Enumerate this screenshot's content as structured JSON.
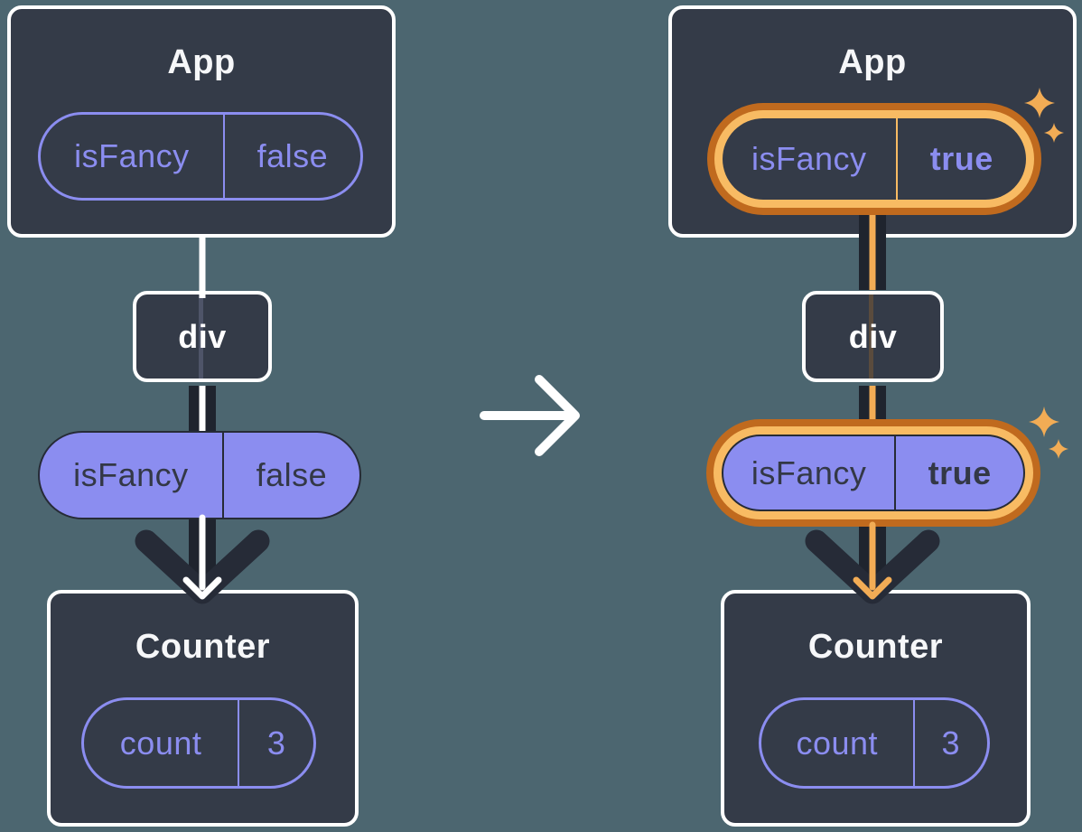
{
  "diagram_title": "Passing isFancy prop from App through div to Counter (before and after state change)",
  "colors": {
    "background": "#4C6670",
    "panel_fill": "#343B48",
    "panel_border": "#FFFFFF",
    "purple_accent": "#8B8DF0",
    "pill_text_dark": "#333846",
    "pipe_dark": "#1F242E",
    "chevron_dark": "#262B37",
    "highlight_ring_outer": "#C06A1E",
    "highlight_ring_inner": "#F8BB63",
    "highlight_flow": "#F2AC55",
    "flow_line_before": "#FFFFFF"
  },
  "icons": {
    "transition": "right-arrow-icon",
    "highlight": "sparkles-icon",
    "flow": "down-arrow-icon"
  },
  "panels": {
    "before": {
      "app": {
        "title": "App",
        "prop": {
          "name": "isFancy",
          "value": "false"
        }
      },
      "dom_node": {
        "label": "div"
      },
      "passed_prop": {
        "name": "isFancy",
        "value": "false"
      },
      "counter": {
        "title": "Counter",
        "state": {
          "name": "count",
          "value": "3"
        }
      }
    },
    "after": {
      "app": {
        "title": "App",
        "prop": {
          "name": "isFancy",
          "value": "true"
        }
      },
      "dom_node": {
        "label": "div"
      },
      "passed_prop": {
        "name": "isFancy",
        "value": "true"
      },
      "counter": {
        "title": "Counter",
        "state": {
          "name": "count",
          "value": "3"
        }
      }
    }
  }
}
